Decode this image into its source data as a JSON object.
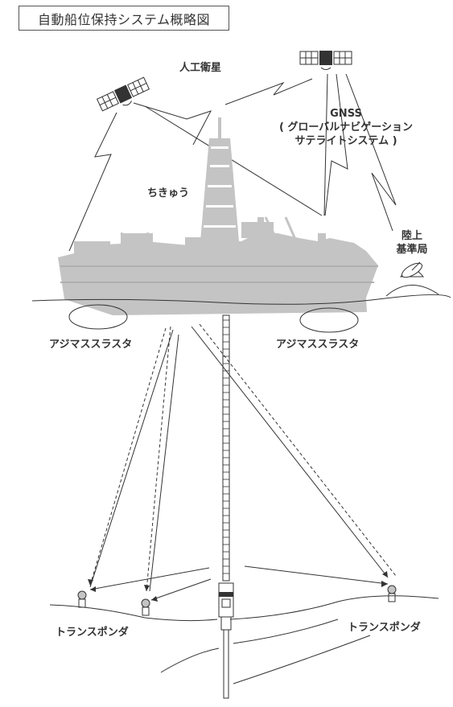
{
  "title": "自動船位保持システム概略図",
  "labels": {
    "satellite": "人工衛星",
    "gnss_title": "GNSS",
    "gnss_line1": "( グローバルナビゲーション",
    "gnss_line2": "サテライトシステム )",
    "ship_name": "ちきゅう",
    "ground_station_line1": "陸上",
    "ground_station_line2": "基準局",
    "thruster_left": "アジマススラスタ",
    "thruster_right": "アジマススラスタ",
    "transponder_left": "トランスポンダ",
    "transponder_right": "トランスポンダ"
  },
  "colors": {
    "ship": "#c4c4c4",
    "line": "#333333",
    "text": "#333333"
  }
}
